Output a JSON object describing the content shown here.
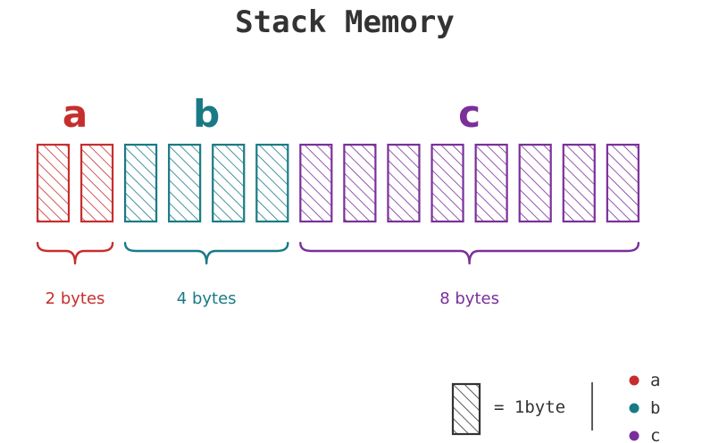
{
  "title": "Stack Memory",
  "variables": [
    {
      "name": "a",
      "bytes": 2,
      "size_label": "2 bytes",
      "color": "#c62e2e"
    },
    {
      "name": "b",
      "bytes": 4,
      "size_label": "4 bytes",
      "color": "#197a86"
    },
    {
      "name": "c",
      "bytes": 8,
      "size_label": "8 bytes",
      "color": "#7a2f9a"
    }
  ],
  "legend": {
    "unit_label": "= 1byte",
    "unit_color": "#333333",
    "items": [
      {
        "label": "a",
        "color": "#c62e2e"
      },
      {
        "label": "b",
        "color": "#197a86"
      },
      {
        "label": "c",
        "color": "#7a2f9a"
      }
    ]
  }
}
